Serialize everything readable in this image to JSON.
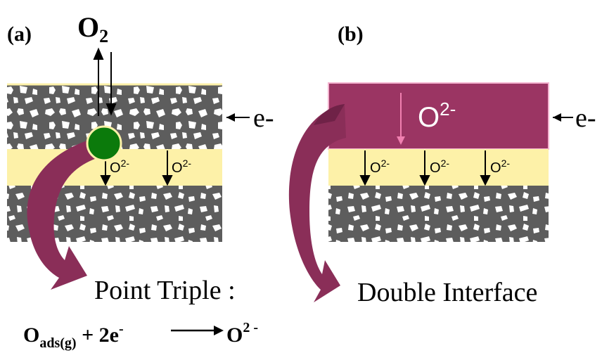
{
  "panel_a": {
    "label": "(a)",
    "gas": "O",
    "gas_subscript": "2",
    "electron": "e-",
    "ion_1_base": "O",
    "ion_1_sup": "2-",
    "ion_2_base": "O",
    "ion_2_sup": "2-",
    "ion_3_base": "O",
    "ion_3_sup": "2-",
    "caption": "Point Triple :",
    "eq_o1": "O",
    "eq_o1_sub": "ads(g)",
    "eq_plus_2e": " + 2e",
    "eq_e_sup": "-",
    "eq_o2": "O",
    "eq_o2_sup": "2 -"
  },
  "panel_b": {
    "label": "(b)",
    "bulk_ion_base": "O",
    "bulk_ion_sup": "2-",
    "electron": "e-",
    "ion_1_base": "O",
    "ion_1_sup": "2-",
    "ion_2_base": "O",
    "ion_2_sup": "2-",
    "ion_3_base": "O",
    "ion_3_sup": "2-",
    "caption": "Double Interface"
  },
  "colors": {
    "porous_electrode": "#5a5a5a",
    "electrolyte": "#fdf1a8",
    "mixed_conductor": "#9b3563",
    "triple_point": "#0b7a0b",
    "flow_arrow": "#8a2e58",
    "inner_arrow": "#f080b0"
  }
}
